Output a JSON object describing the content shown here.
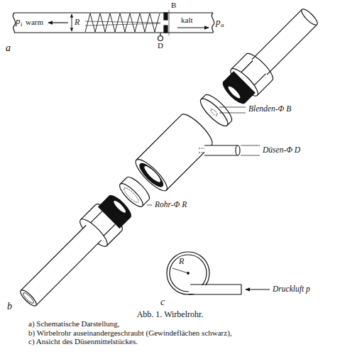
{
  "diagram": {
    "caption": "Abb. 1. Wirbelrohr.",
    "labels": [
      "a",
      "p",
      "i",
      "warm",
      "R",
      "B",
      "D",
      "kalt",
      "p",
      "a",
      "b",
      "Blenden-Φ B",
      "Düsen-Φ D",
      "Rohr-Φ R",
      "c",
      "R",
      "Druckluft p",
      "a) Schematische Darstellung,",
      "b) Wirbelrohr auseinandergeschraubt (Gewindeflächen schwarz),",
      "c) Ansicht des Düsenmittelstückes."
    ]
  }
}
